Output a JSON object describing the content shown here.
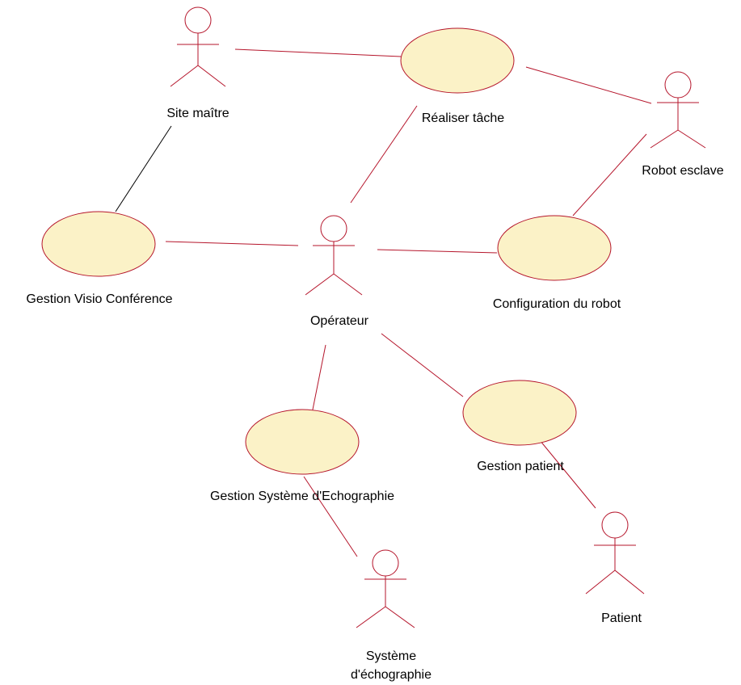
{
  "colors": {
    "line": "#b5152b",
    "link_black": "#000000",
    "usecase_fill": "#fbf2c7",
    "usecase_stroke": "#b5152b",
    "text": "#000000"
  },
  "actors": {
    "site_maitre": {
      "label": "Site maître"
    },
    "robot_esclave": {
      "label": "Robot esclave"
    },
    "operateur": {
      "label": "Opérateur"
    },
    "patient": {
      "label": "Patient"
    },
    "systeme_echographie": {
      "label_line1": "Système",
      "label_line2": "d'échographie"
    }
  },
  "usecases": {
    "realiser_tache": {
      "label": "Réaliser tâche"
    },
    "gestion_visio": {
      "label": "Gestion Visio Conférence"
    },
    "configuration_robot": {
      "label": "Configuration du robot"
    },
    "gestion_echographie": {
      "label": "Gestion Système d'Echographie"
    },
    "gestion_patient": {
      "label": "Gestion patient"
    }
  }
}
